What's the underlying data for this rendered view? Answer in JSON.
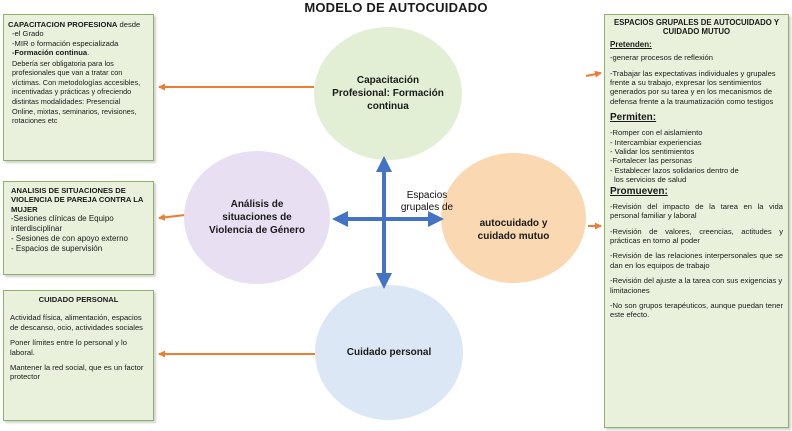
{
  "title": "MODELO DE AUTOCUIDADO",
  "center_label": "Espacios grupales de",
  "circles": {
    "formacion": "Capacitación Profesional: Formación continua",
    "analisis": "Análisis de situaciones de Violencia de Género",
    "grupales": "autocuidado y cuidado mutuo",
    "cuidado": "Cuidado personal"
  },
  "box_capacitacion": {
    "heading": "CAPACITACION PROFESIONA",
    "heading_tail": " desde",
    "lines": [
      "-el Grado",
      "-MIR o formación especializada"
    ],
    "sub_heading": "-Formación continua",
    "sub_tail": ".",
    "text": "Debería ser obligatoria para los profesionales que van a tratar con víctimas. Con metodologías accesibles, incentivadas y prácticas y  ofreciendo distintas modalidades: Presencial",
    "text2": "Online, mixtas, seminarios, revisiones, rotaciones etc"
  },
  "box_analisis": {
    "heading": "ANALISIS DE SITUACIONES DE VIOLENCIA DE PAREJA CONTRA LA MUJER",
    "items": [
      "-Sesiones clínicas de Equipo interdisciplinar",
      "- Sesiones de con apoyo externo",
      "- Espacios de supervisión"
    ]
  },
  "box_cuidado": {
    "heading": "CUIDADO PERSONAL",
    "paragraphs": [
      "Actividad física, alimentación, espacios de descanso, ocio, actividades sociales",
      "Poner límites entre lo personal y lo laboral.",
      "Mantener la red social, que es un factor protector"
    ]
  },
  "box_espacios": {
    "heading": "ESPACIOS GRUPALES DE AUTOCUIDADO Y CUIDADO MUTUO",
    "pretenden": {
      "label": "Pretenden:",
      "items": [
        "-generar procesos de reflexión",
        "-Trabajar las expectativas individuales y grupales frente a su trabajo, expresar los sentimientos generados por su tarea y en los mecanismos de defensa frente a la traumatización como testigos"
      ]
    },
    "permiten": {
      "label": "Permiten:",
      "items": [
        "-Romper con el aislamiento",
        "- Intercambiar experiencias",
        "- Validar los sentimientos",
        "-Fortalecer las personas",
        "- Establecer lazos solidarios dentro de",
        "  los servicios de salud"
      ]
    },
    "promueven": {
      "label": "Promueven:",
      "items": [
        "-Revisión del impacto de la tarea en la vida personal familiar y laboral",
        "-Revisión de valores, creencias, actitudes y prácticas en torno al poder",
        "-Revisión de las relaciones interpersonales que se dan en los equipos de trabajo",
        "-Revisión del ajuste a la tarea con sus exigencias y limitaciones",
        "-No son grupos terapéuticos, aunque puedan tener este efecto."
      ]
    }
  },
  "colors": {
    "box_fill": "#e9f1dc",
    "box_border": "#8fb069",
    "arrow_blue": "#4472c4",
    "arrow_orange": "#ed7d31"
  }
}
